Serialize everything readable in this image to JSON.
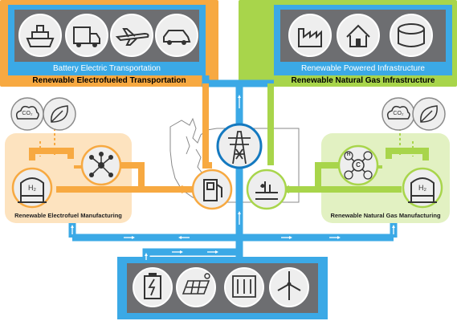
{
  "colors": {
    "orange": "#f7a941",
    "orange_light": "#fde3bf",
    "green": "#a8d54b",
    "green_light": "#e2f1c2",
    "blue": "#3ba9e6",
    "blue_dark": "#1479c0",
    "gray_panel": "#6d6e71",
    "icon_bg": "#eeeeee",
    "icon_dark": "#333333"
  },
  "labels": {
    "battery_electric_transportation": "Battery Electric Transportation",
    "renewable_electrofueled_transportation": "Renewable Electrofueled Transportation",
    "renewable_powered_infrastructure": "Renewable Powered Infrastructure",
    "renewable_natural_gas_infrastructure": "Renewable Natural Gas Infrastructure",
    "renewable_electrofuel_manufacturing": "Renewable Electrofuel Manufacturing",
    "renewable_natural_gas_manufacturing": "Renewable Natural Gas Manufacturing",
    "co2_left": "CO₂",
    "co2_right": "CO₂",
    "h2_left": "H₂",
    "h2_right": "H₂",
    "methane_c": "C",
    "methane_h": "H"
  },
  "icons": {
    "transportation": [
      "ship-icon",
      "truck-icon",
      "airplane-icon",
      "car-icon"
    ],
    "infrastructure": [
      "factory-icon",
      "house-icon",
      "storage-tank-icon"
    ],
    "sources": [
      "battery-icon",
      "solar-panel-icon",
      "hydro-dam-icon",
      "wind-turbine-icon"
    ],
    "hub": [
      "transmission-tower-icon",
      "fuel-pump-icon",
      "gas-pipeline-icon",
      "washington-state-map-icon"
    ]
  }
}
